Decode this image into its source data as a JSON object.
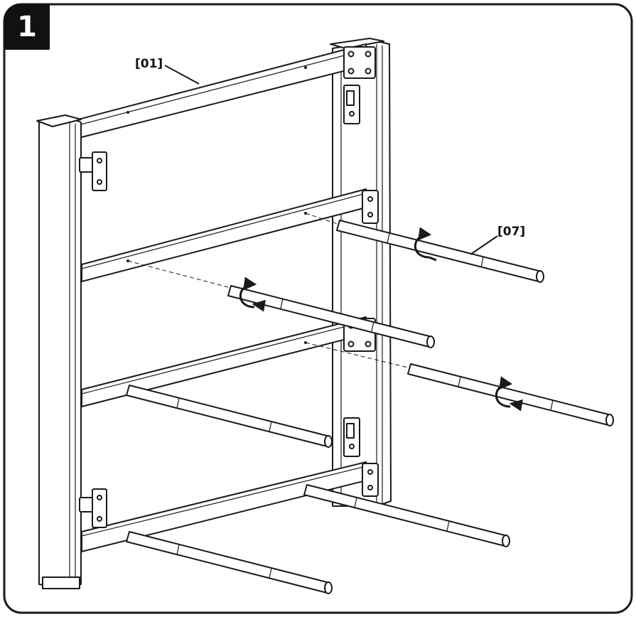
{
  "step": {
    "number": "1"
  },
  "parts": [
    {
      "id": "01",
      "label": "[01]"
    },
    {
      "id": "07",
      "label": "[07]"
    }
  ],
  "colors": {
    "line": "#1a1a1a",
    "badge": "#111111",
    "background": "#ffffff"
  }
}
